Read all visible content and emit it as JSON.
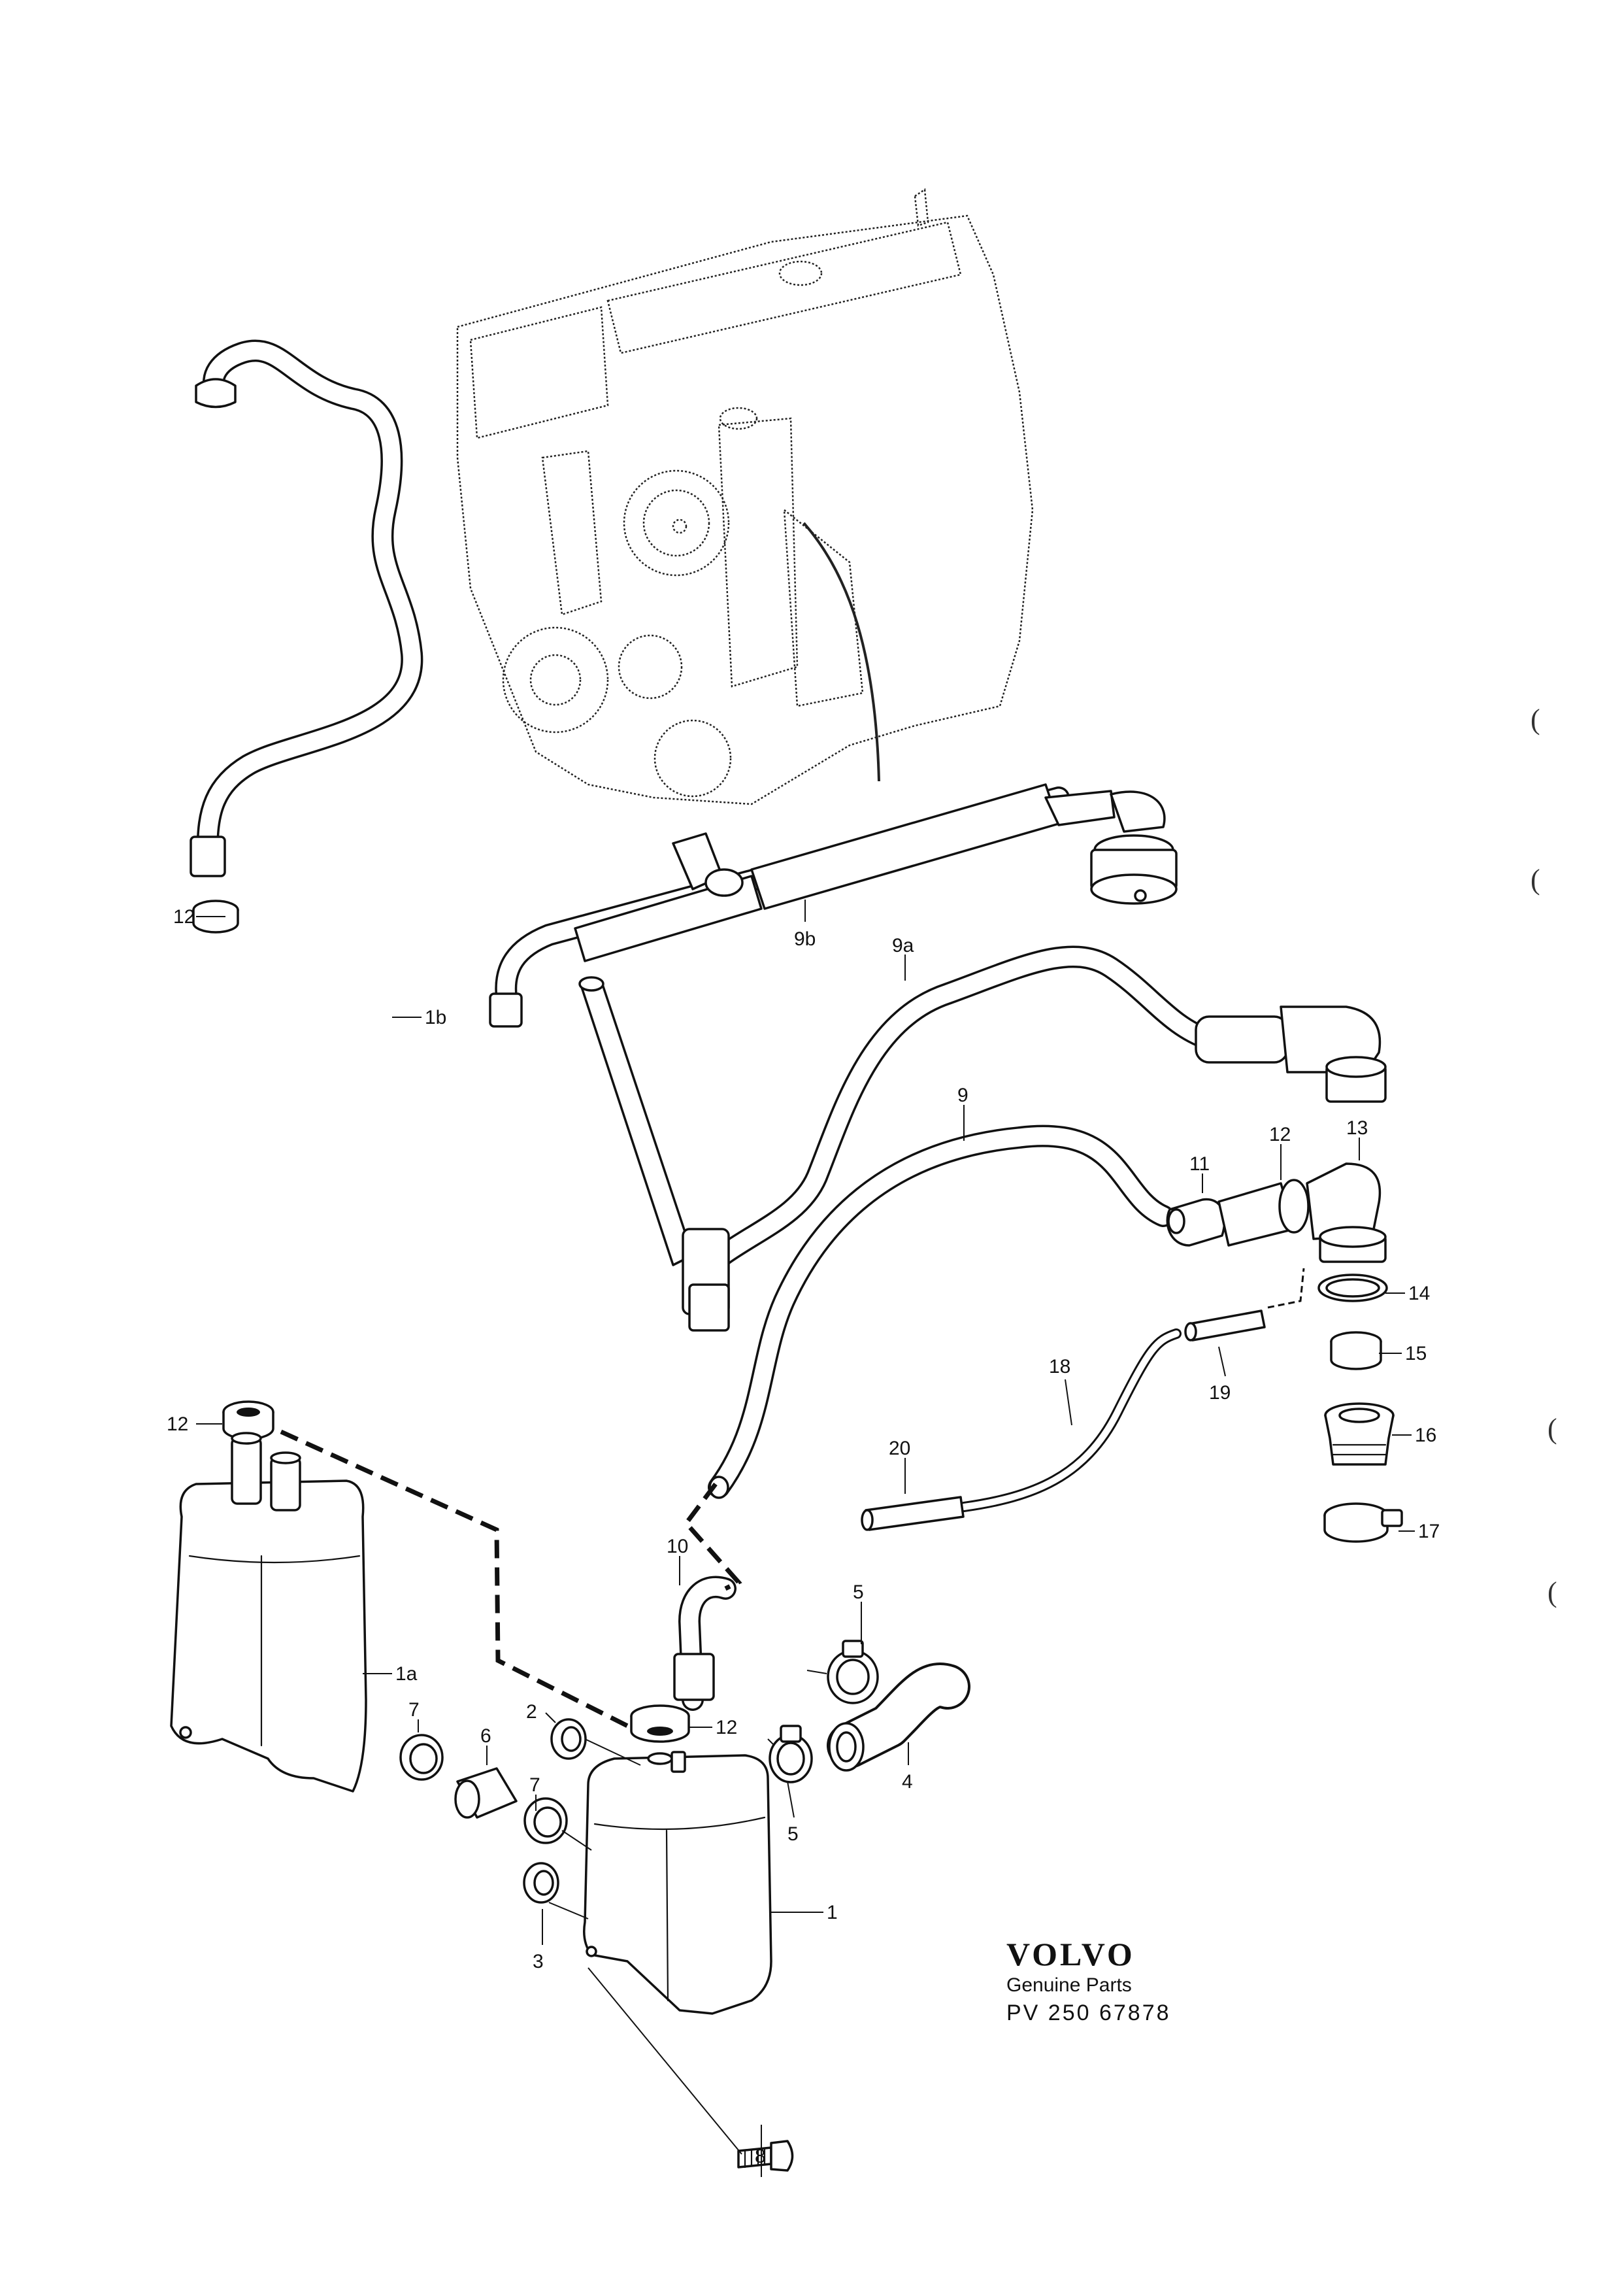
{
  "brand": {
    "name": "VOLVO",
    "subtitle": "Genuine Parts",
    "reference": "PV 250  67878"
  },
  "callouts": [
    "1",
    "1a",
    "1b",
    "2",
    "3",
    "4",
    "5",
    "5",
    "6",
    "7",
    "7",
    "8",
    "9",
    "9a",
    "9b",
    "10",
    "11",
    "12",
    "12",
    "12",
    "12",
    "13",
    "14",
    "15",
    "16",
    "17",
    "18",
    "19",
    "20"
  ],
  "margin_marks": [
    "(",
    "(",
    "(",
    "("
  ]
}
